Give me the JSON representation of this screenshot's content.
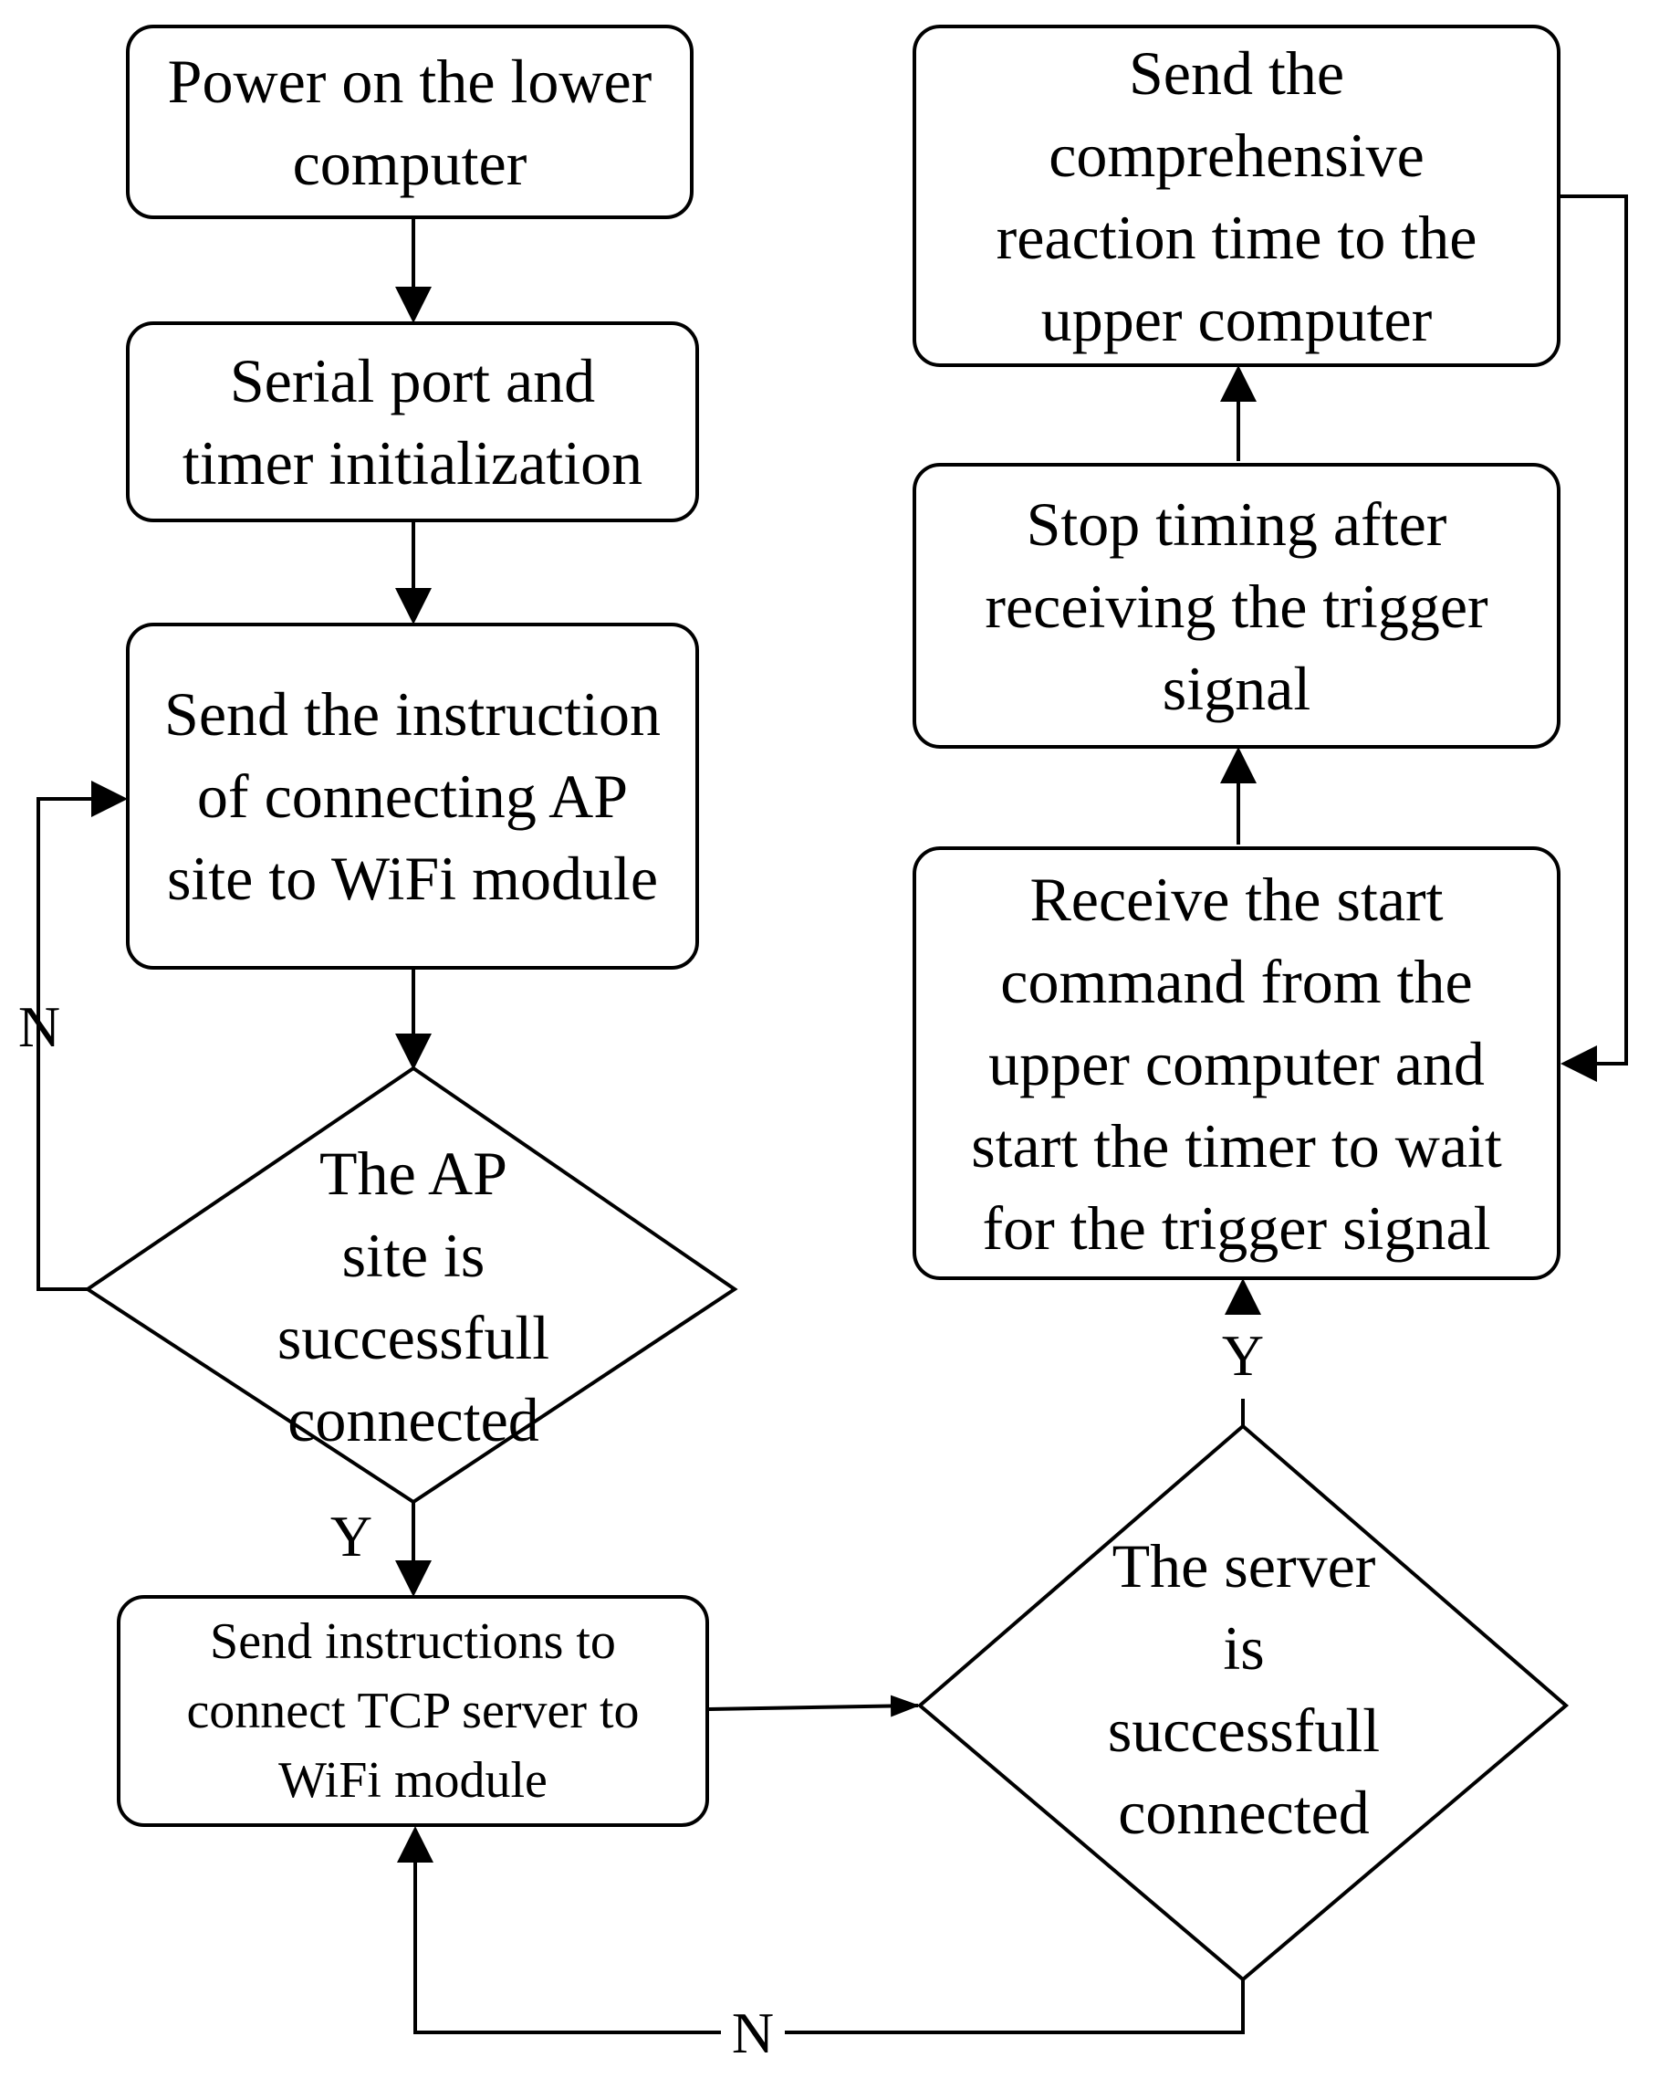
{
  "flowchart": {
    "boxes": {
      "power_on": [
        "Power on the lower",
        "computer"
      ],
      "serial_init": [
        "Serial port and",
        "timer initialization"
      ],
      "send_ap": [
        "Send the instruction",
        "of connecting AP",
        "site to WiFi module"
      ],
      "send_tcp": [
        "Send instructions to",
        "connect TCP server to",
        "WiFi module"
      ],
      "receive_start": [
        "Receive the start",
        "command from the",
        "upper computer and",
        "start the timer to wait",
        "for the trigger signal"
      ],
      "stop_timing": [
        "Stop timing after",
        "receiving the trigger",
        "signal"
      ],
      "send_reaction": [
        "Send the",
        "comprehensive",
        "reaction time to the",
        "upper computer"
      ]
    },
    "decisions": {
      "ap_connected": [
        "The AP",
        "site is",
        "successfull",
        "connected"
      ],
      "server_connected": [
        "The server",
        "is",
        "successfull",
        "connected"
      ]
    },
    "labels": {
      "ap_no": "N",
      "ap_yes": "Y",
      "server_yes": "Y",
      "server_no": "N"
    }
  }
}
